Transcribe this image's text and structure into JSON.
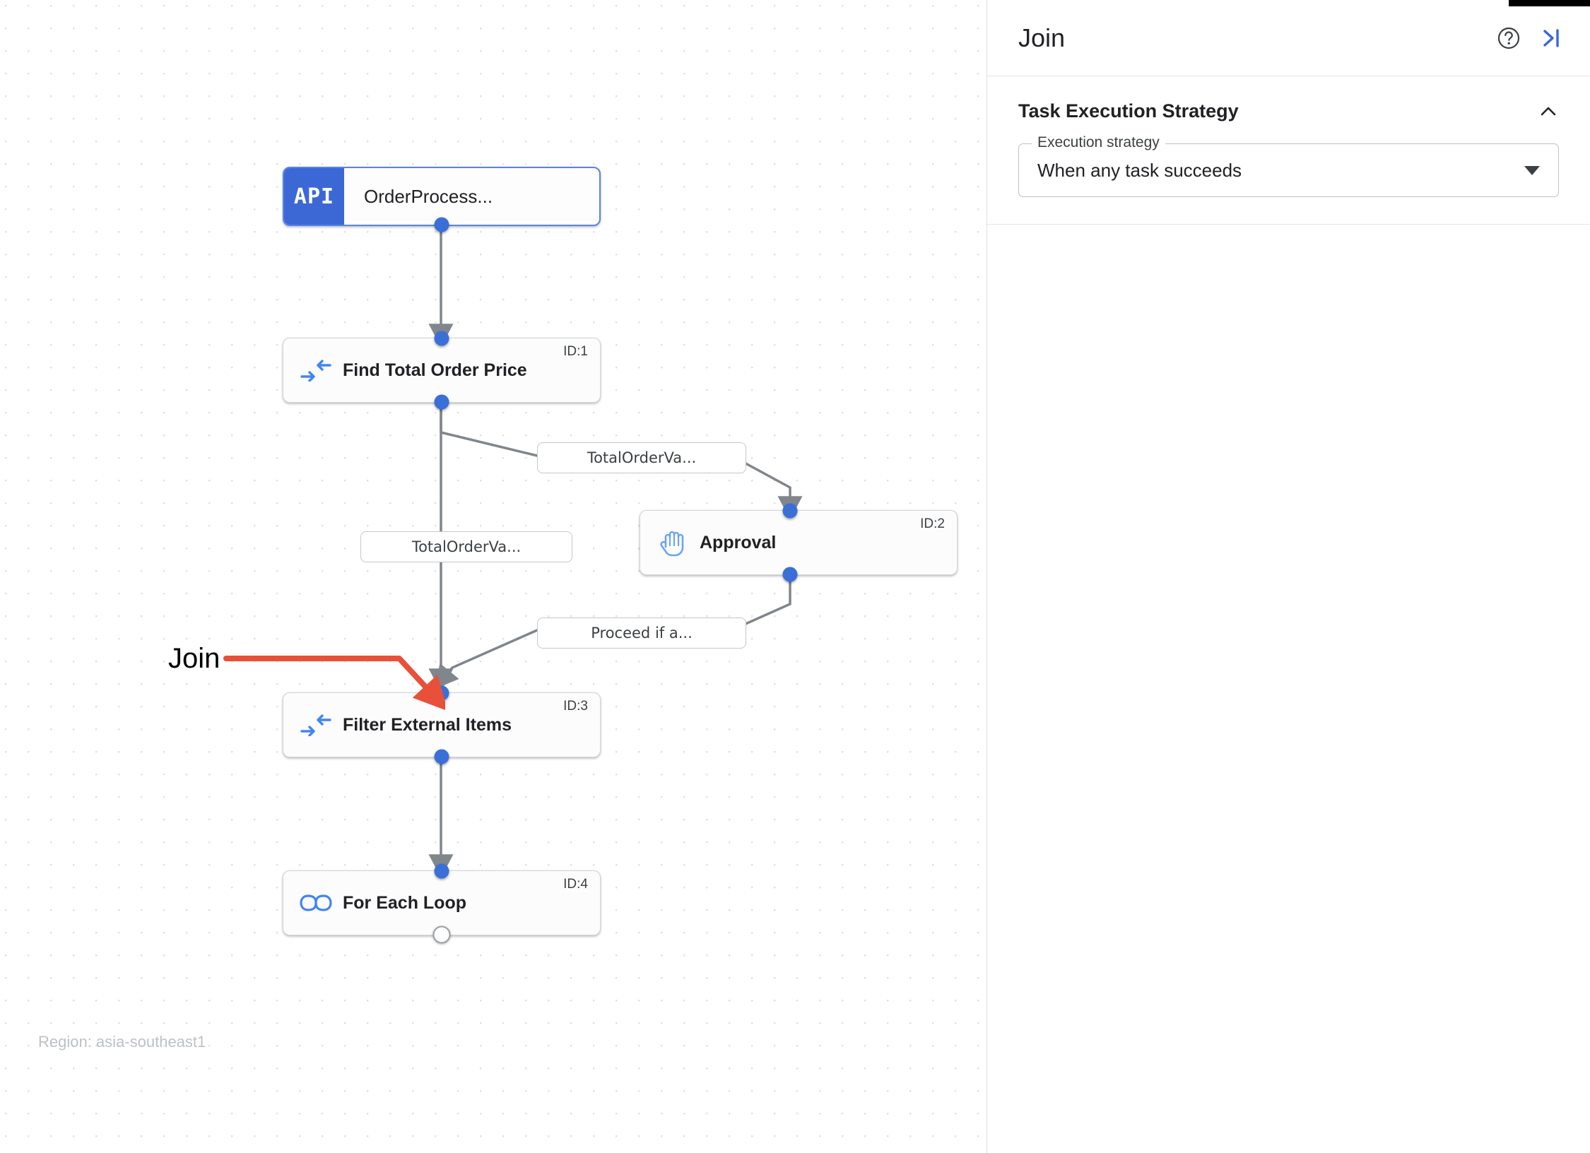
{
  "canvas": {
    "region_label": "Region: asia-southeast1",
    "annotation": {
      "label": "Join",
      "color": "#e8503a"
    },
    "nodes": [
      {
        "key": "order_process",
        "badge": "API",
        "title": "OrderProcess...",
        "id_label": "",
        "icon": "api-badge-icon",
        "selected": true
      },
      {
        "key": "find_total_order_price",
        "title": "Find Total Order Price",
        "id_label": "ID:1",
        "icon": "merge-arrows-icon",
        "selected": false
      },
      {
        "key": "approval",
        "title": "Approval",
        "id_label": "ID:2",
        "icon": "raised-hand-icon",
        "selected": false
      },
      {
        "key": "filter_external_items",
        "title": "Filter External Items",
        "id_label": "ID:3",
        "icon": "merge-arrows-icon",
        "selected": false
      },
      {
        "key": "for_each_loop",
        "title": "For Each Loop",
        "id_label": "ID:4",
        "icon": "infinity-loop-icon",
        "selected": false
      }
    ],
    "edge_labels": [
      {
        "key": "edge_label_1",
        "text": "TotalOrderVa..."
      },
      {
        "key": "edge_label_2",
        "text": "TotalOrderVa..."
      },
      {
        "key": "edge_label_3",
        "text": "Proceed if a..."
      }
    ]
  },
  "panel": {
    "title": "Join",
    "help_icon": "help-circle-icon",
    "collapse_icon": "collapse-panel-icon",
    "section": {
      "title": "Task Execution Strategy",
      "chevron": "chevron-up-icon",
      "field": {
        "legend": "Execution strategy",
        "value": "When any task succeeds",
        "caret": "chevron-down-icon"
      }
    }
  },
  "colors": {
    "accent": "#3c68d6",
    "connector": "#3a6fd8",
    "edge": "#80868b",
    "annotation": "#e8503a"
  }
}
